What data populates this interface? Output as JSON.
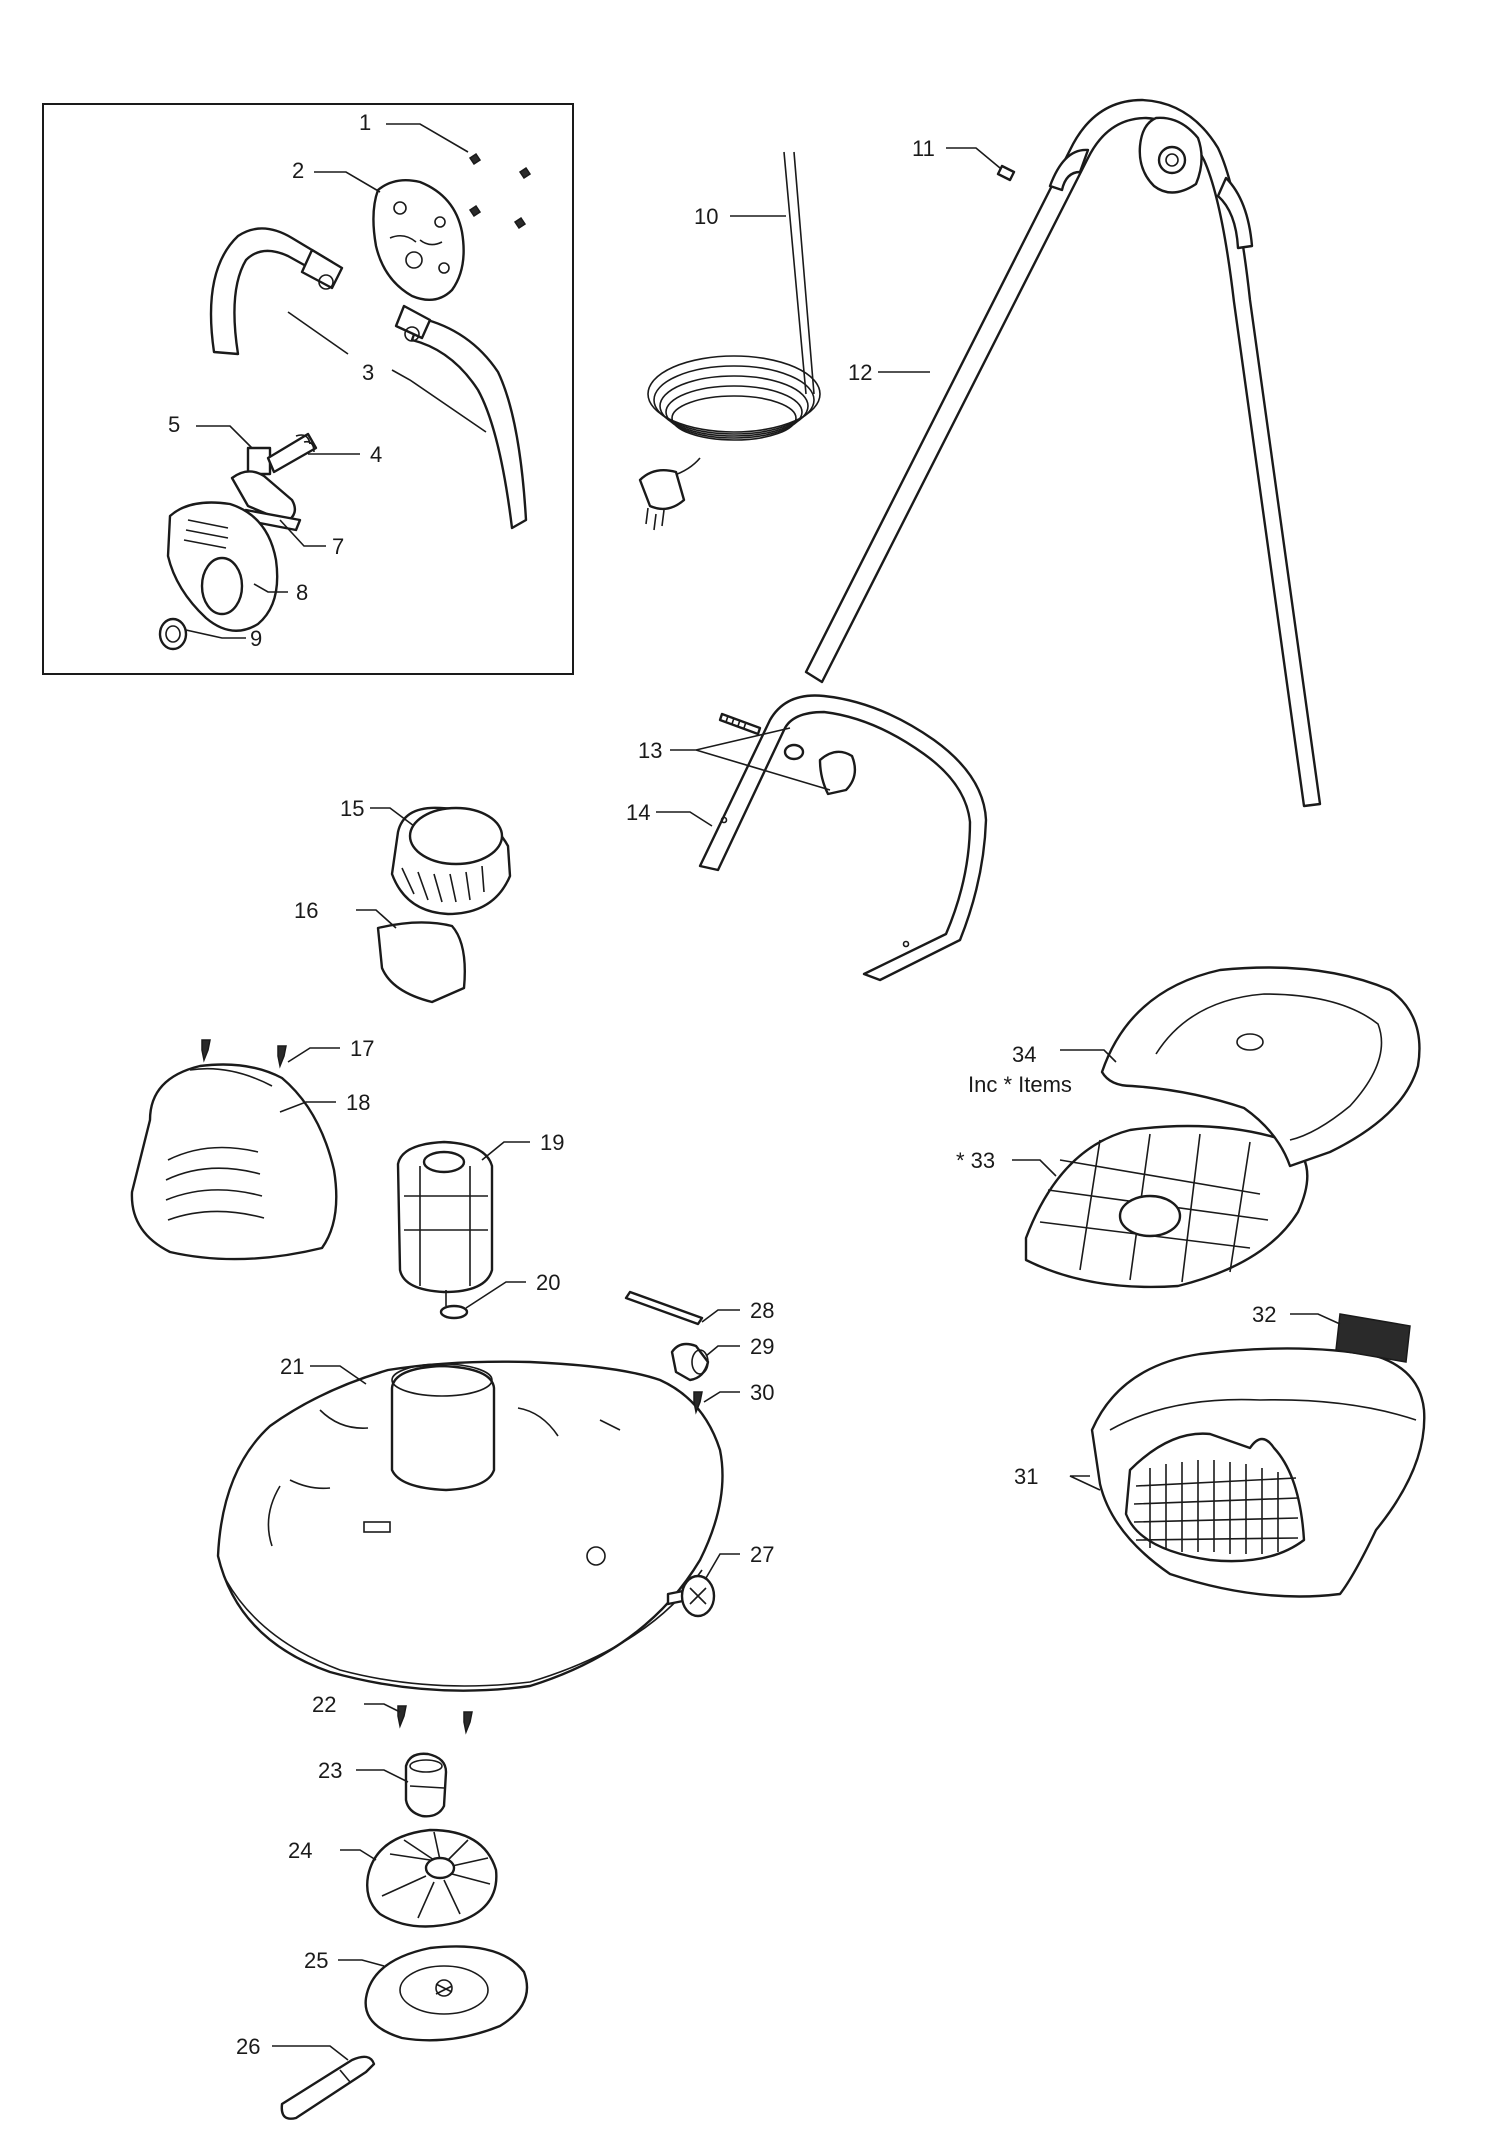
{
  "callouts": [
    {
      "id": "1",
      "text": "1"
    },
    {
      "id": "2",
      "text": "2"
    },
    {
      "id": "3",
      "text": "3"
    },
    {
      "id": "4",
      "text": "4"
    },
    {
      "id": "5",
      "text": "5"
    },
    {
      "id": "7",
      "text": "7"
    },
    {
      "id": "8",
      "text": "8"
    },
    {
      "id": "9",
      "text": "9"
    },
    {
      "id": "10",
      "text": "10"
    },
    {
      "id": "11",
      "text": "11"
    },
    {
      "id": "12",
      "text": "12"
    },
    {
      "id": "13",
      "text": "13"
    },
    {
      "id": "14",
      "text": "14"
    },
    {
      "id": "15",
      "text": "15"
    },
    {
      "id": "16",
      "text": "16"
    },
    {
      "id": "17",
      "text": "17"
    },
    {
      "id": "18",
      "text": "18"
    },
    {
      "id": "19",
      "text": "19"
    },
    {
      "id": "20",
      "text": "20"
    },
    {
      "id": "21",
      "text": "21"
    },
    {
      "id": "22",
      "text": "22"
    },
    {
      "id": "23",
      "text": "23"
    },
    {
      "id": "24",
      "text": "24"
    },
    {
      "id": "25",
      "text": "25"
    },
    {
      "id": "26",
      "text": "26"
    },
    {
      "id": "27",
      "text": "27"
    },
    {
      "id": "28",
      "text": "28"
    },
    {
      "id": "29",
      "text": "29"
    },
    {
      "id": "30",
      "text": "30"
    },
    {
      "id": "31",
      "text": "31"
    },
    {
      "id": "32",
      "text": "32"
    },
    {
      "id": "33",
      "text": "* 33"
    },
    {
      "id": "34",
      "text": "34"
    }
  ],
  "notes": {
    "inc_items": "Inc * Items"
  }
}
